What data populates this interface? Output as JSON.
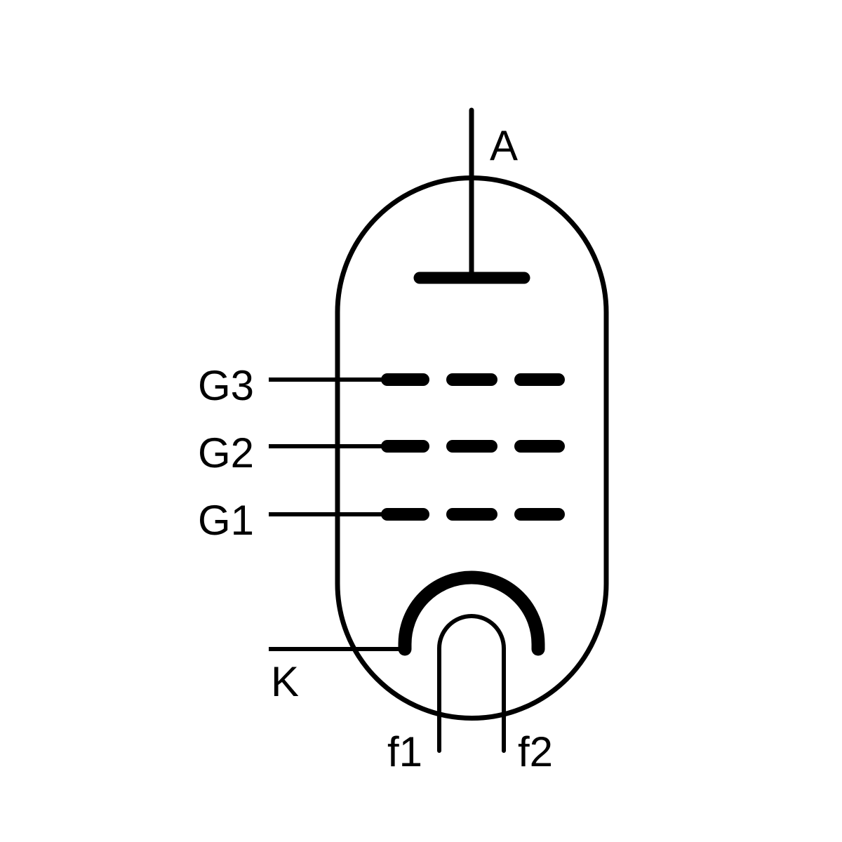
{
  "title": "Pentode vacuum tube schematic symbol",
  "labels": {
    "anode": "A",
    "grid3": "G3",
    "grid2": "G2",
    "grid1": "G1",
    "cathode": "K",
    "filament1": "f1",
    "filament2": "f2"
  },
  "colors": {
    "stroke": "#000000",
    "background": "#ffffff"
  }
}
